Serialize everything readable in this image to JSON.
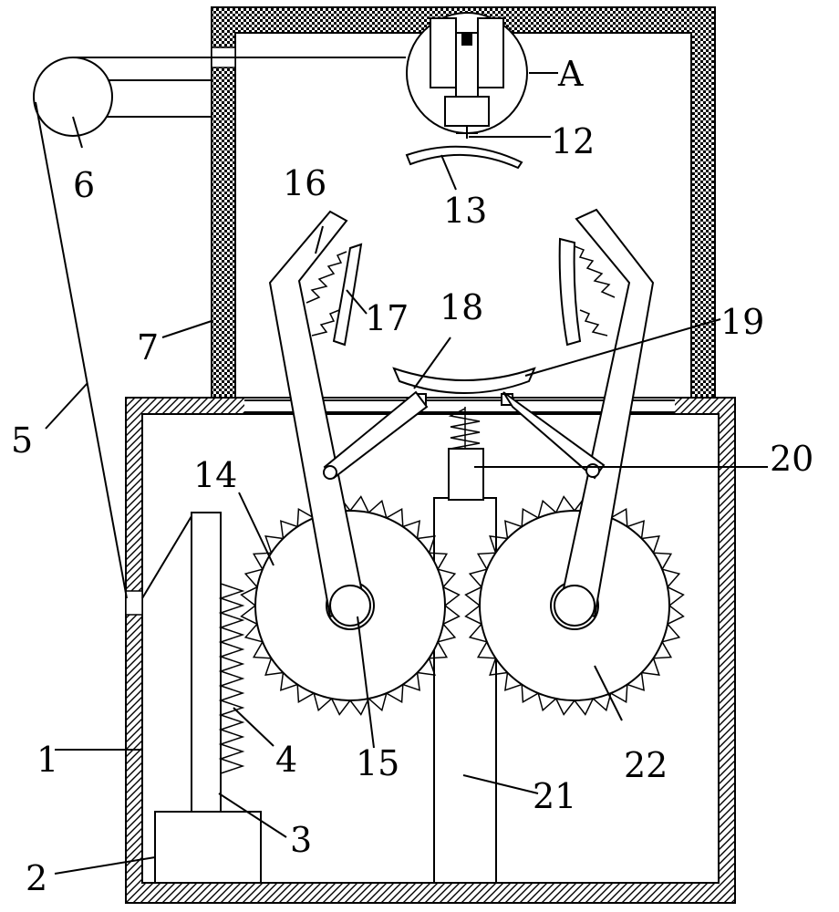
{
  "labels": {
    "l1": "1",
    "l2": "2",
    "l3": "3",
    "l4": "4",
    "l5": "5",
    "l6": "6",
    "l7": "7",
    "lA": "A",
    "l12": "12",
    "l13": "13",
    "l14": "14",
    "l15": "15",
    "l16": "16",
    "l17": "17",
    "l18": "18",
    "l19": "19",
    "l20": "20",
    "l21": "21",
    "l22": "22"
  },
  "colors": {
    "stroke": "#000000",
    "background": "#ffffff"
  }
}
